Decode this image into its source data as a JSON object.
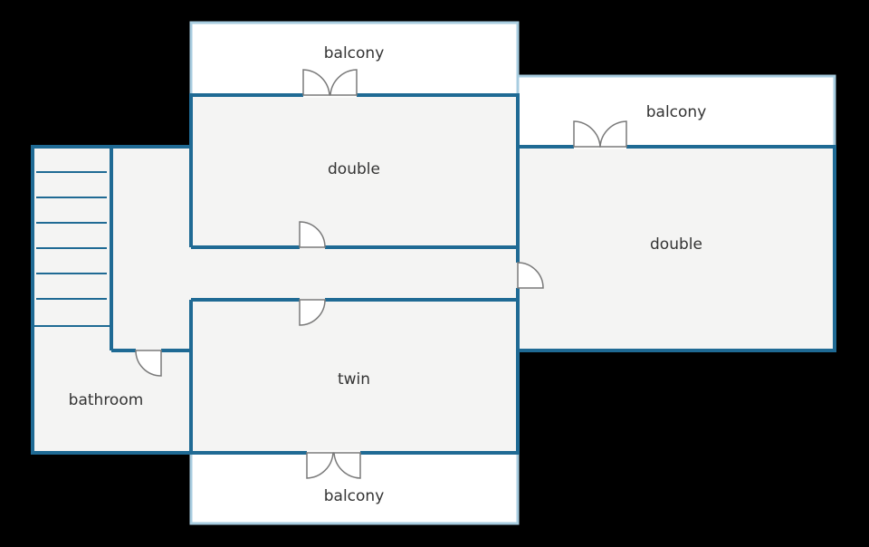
{
  "plan": {
    "colors": {
      "background": "#000000",
      "wall": "#1f6a94",
      "balcony_wall": "#a8cde0",
      "floor": "#f4f4f3",
      "balcony_floor": "#ffffff",
      "door": "#7a7a7a",
      "label": "#333333"
    },
    "rooms": {
      "balcony_top": "balcony",
      "double_top": "double",
      "balcony_right": "balcony",
      "double_right": "double",
      "twin": "twin",
      "bathroom": "bathroom",
      "balcony_bottom": "balcony"
    }
  }
}
